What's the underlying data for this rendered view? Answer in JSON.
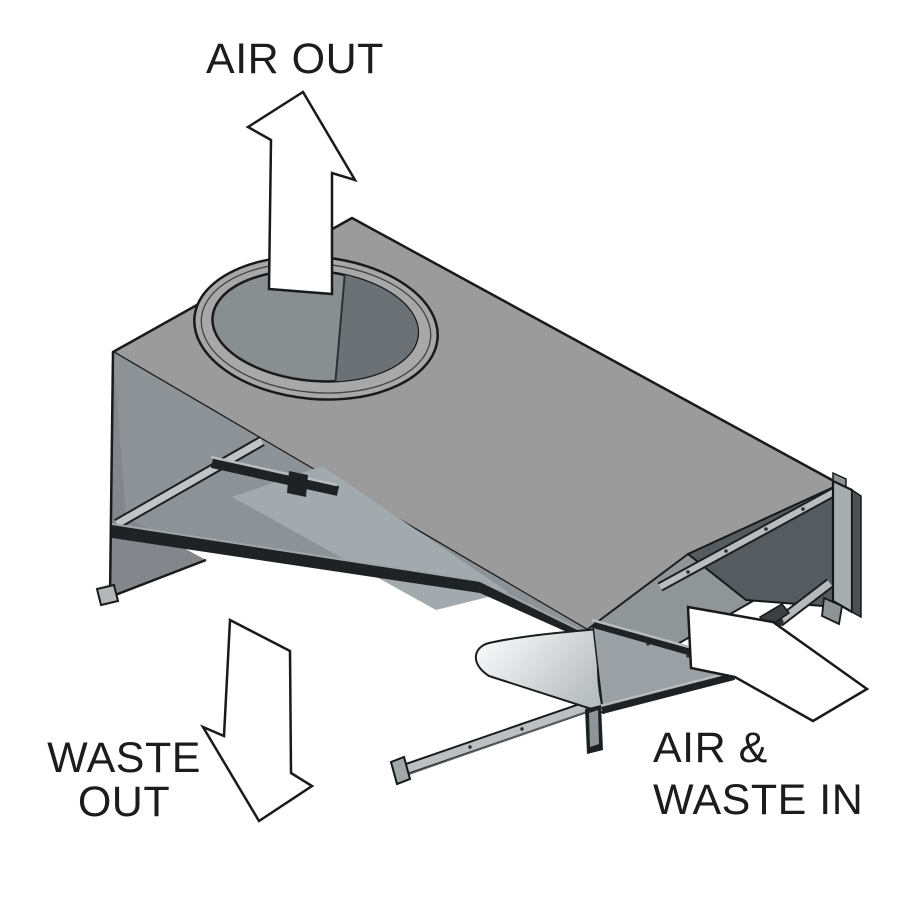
{
  "diagram": {
    "labels": {
      "air_out": "AIR OUT",
      "waste_out_line1": "WASTE",
      "waste_out_line2": "OUT",
      "air_waste_in_line1": "AIR &",
      "air_waste_in_line2": "WASTE IN"
    },
    "colors": {
      "background": "#ffffff",
      "outline": "#1a1a1a",
      "body_top": "#9b9b9b",
      "body_side": "#83878b",
      "cavity_tray": "#8d9296",
      "tray_highlight": "#a3aaae",
      "collar_ring": "#a8a8a8",
      "hole_left": "#898e91",
      "hole_right": "#6b7175",
      "duct_interior": "#555b5f",
      "apron": "#909598",
      "flange_face": "#a7acaf",
      "flange_side": "#4a5054",
      "rail_light": "#c0c4c6",
      "edge_dark": "#1f2225",
      "shelf": "#9aa0a3",
      "arrow_fill": "#ffffff",
      "label_text": "#1c1c1c"
    }
  }
}
